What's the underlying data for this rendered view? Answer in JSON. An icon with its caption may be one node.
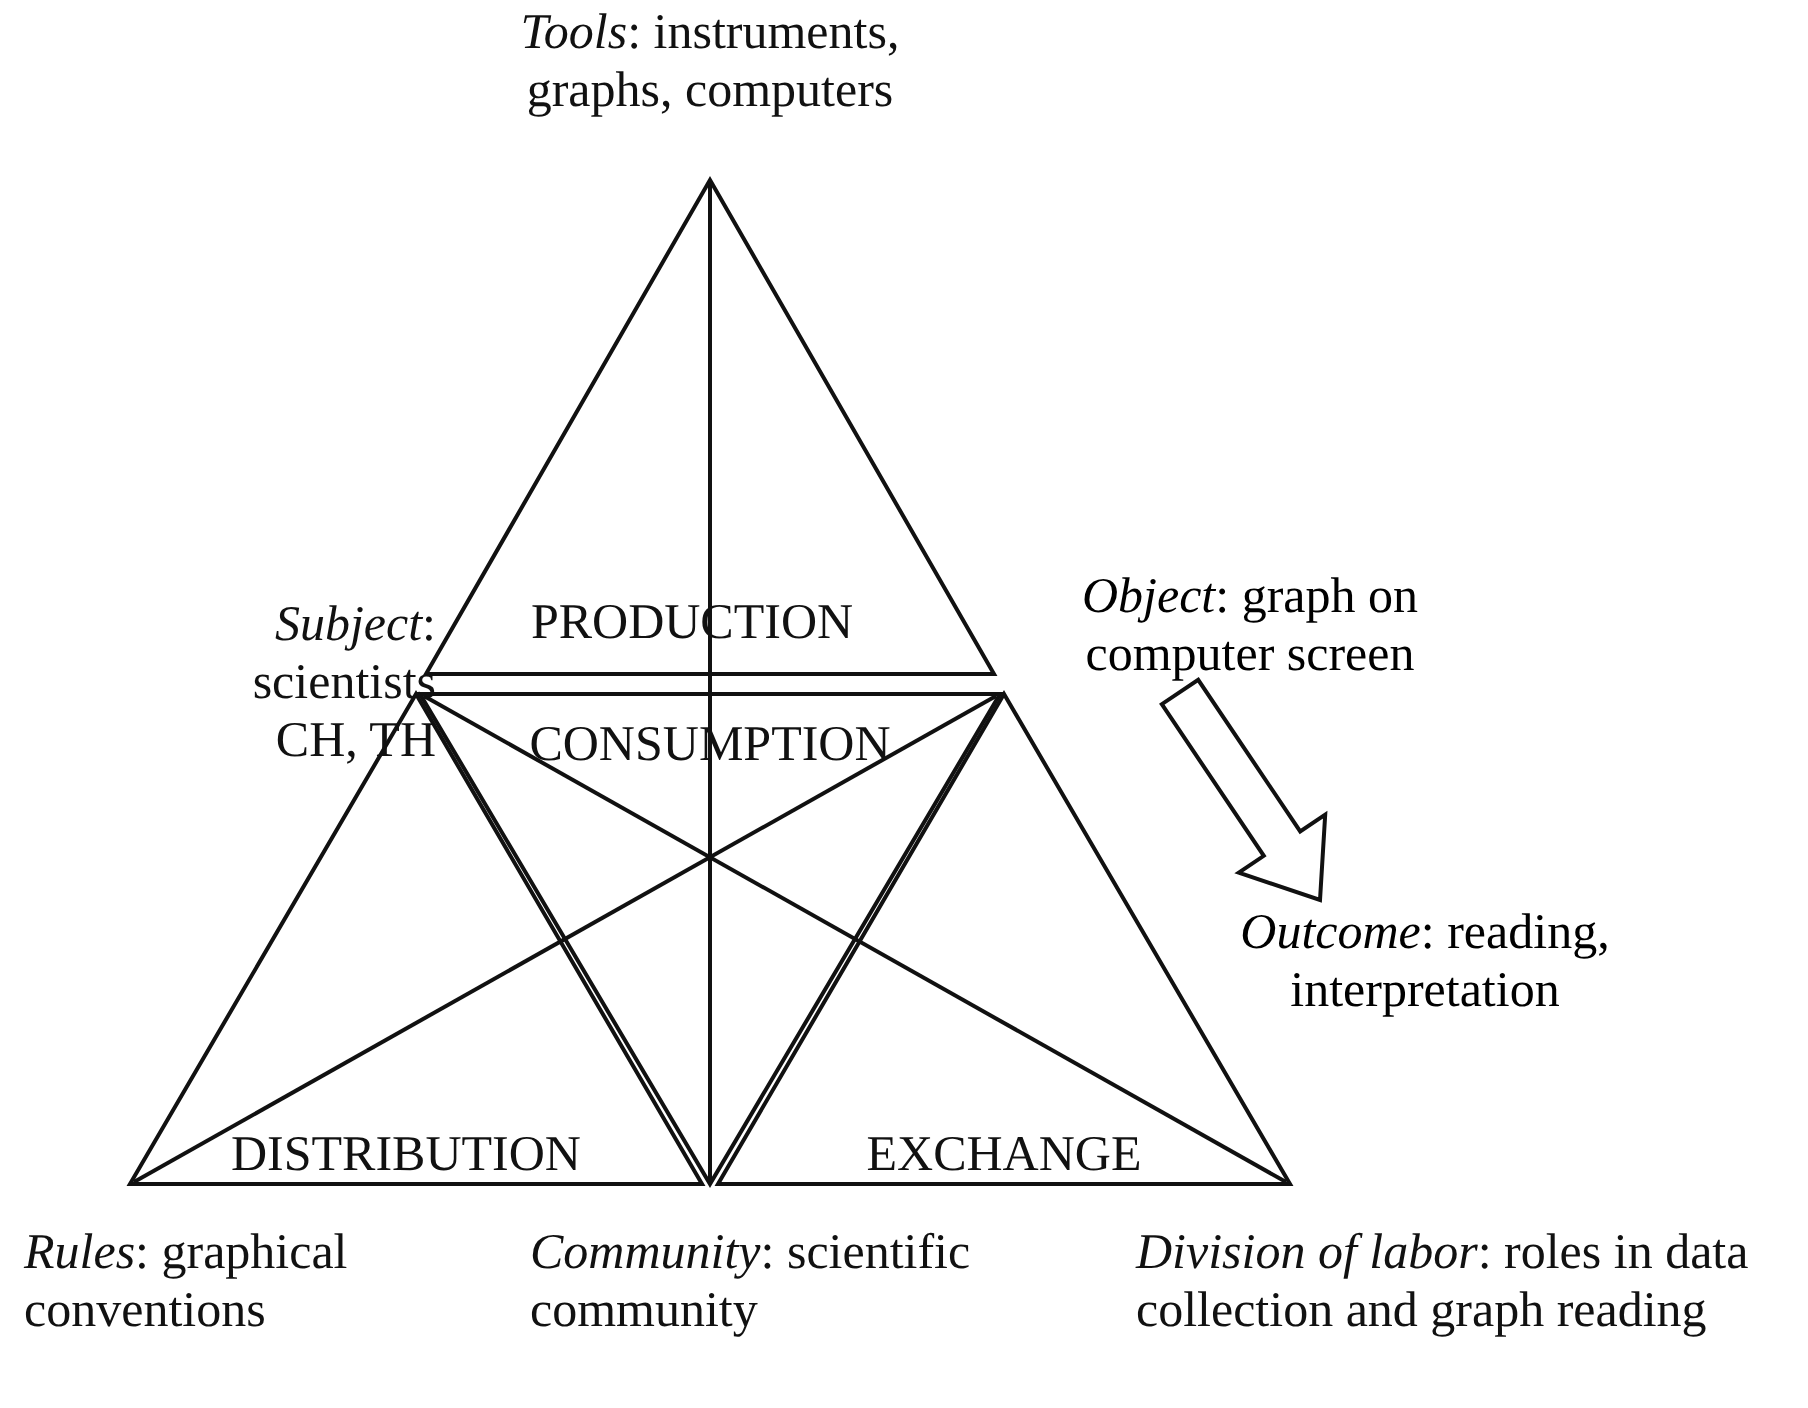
{
  "diagram": {
    "nodes": [
      {
        "text": [
          "PRODUCTION"
        ]
      },
      {
        "text": [
          "CONSUMPTION"
        ]
      },
      {
        "text": [
          "DISTRIBUTION"
        ]
      },
      {
        "text": [
          "EXCHANGE"
        ]
      },
      {
        "text": [
          "*Object*: graph on computer screen"
        ]
      },
      {
        "text": [
          "*Outcome*: reading, interpretation"
        ]
      }
    ],
    "edges": [
      {
        "from": 4,
        "to": 5,
        "arrow": "to"
      }
    ],
    "labels": [
      "*Tools*: instruments, graphs, computers",
      "*Subject*: scientists CH, TH",
      "*Rules*: graphical conventions",
      "*Community*: scientific community",
      "*Division of labor*: roles in data collection and graph reading"
    ]
  }
}
